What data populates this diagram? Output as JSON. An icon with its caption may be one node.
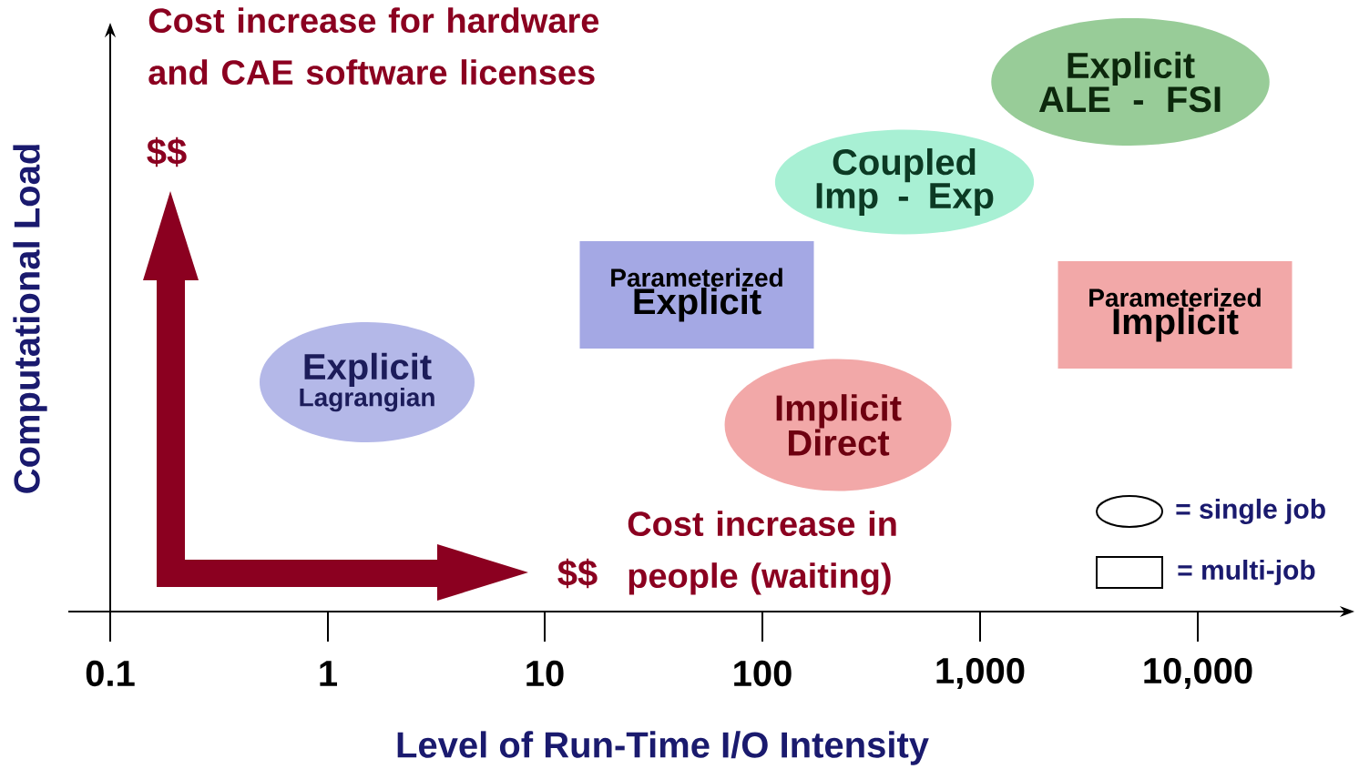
{
  "diagram": {
    "nodes": [
      {
        "text": [
          "Explicit",
          "Lagrangian"
        ]
      },
      {
        "text": [
          "Parameterized",
          "Explicit"
        ]
      },
      {
        "text": [
          "Implicit Direct"
        ]
      },
      {
        "text": [
          "Coupled Imp - Exp"
        ]
      },
      {
        "text": [
          "Explicit ALE - FSI"
        ]
      },
      {
        "text": [
          "Parameterized",
          "Implicit"
        ]
      }
    ],
    "labels": [
      "Cost increase for hardware and CAE software licenses",
      "$$",
      "Cost increase in people (waiting)",
      "$$",
      "0.1",
      "1",
      "10",
      "100",
      "1,000",
      "10,000",
      "Computational Load",
      "Level of Run-Time I/O Intensity"
    ],
    "legend": [
      {
        "text": "= single job"
      },
      {
        "text": "= multi-job"
      }
    ]
  }
}
